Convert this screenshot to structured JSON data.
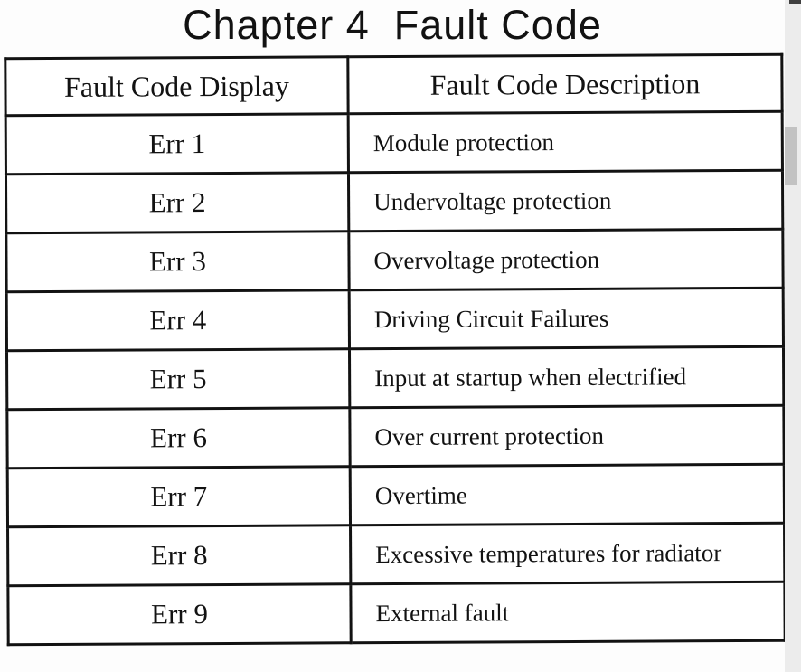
{
  "page": {
    "title": "Chapter 4  Fault Code"
  },
  "table": {
    "columns": [
      "Fault Code Display",
      "Fault Code Description"
    ],
    "rows": [
      {
        "code": "Err 1",
        "description": "Module protection"
      },
      {
        "code": "Err 2",
        "description": "Undervoltage protection"
      },
      {
        "code": "Err 3",
        "description": "Overvoltage protection"
      },
      {
        "code": "Err 4",
        "description": "Driving Circuit Failures"
      },
      {
        "code": "Err 5",
        "description": "Input at startup when electrified"
      },
      {
        "code": "Err 6",
        "description": "Over current protection"
      },
      {
        "code": "Err 7",
        "description": "Overtime"
      },
      {
        "code": "Err 8",
        "description": "Excessive temperatures for radiator"
      },
      {
        "code": "Err 9",
        "description": "External fault"
      }
    ]
  },
  "colors": {
    "ink": "#121212",
    "scrollbar_track": "#ececec",
    "scrollbar_thumb": "#c2c2c2",
    "scrollbar_top_bar": "#3f3f3f"
  }
}
